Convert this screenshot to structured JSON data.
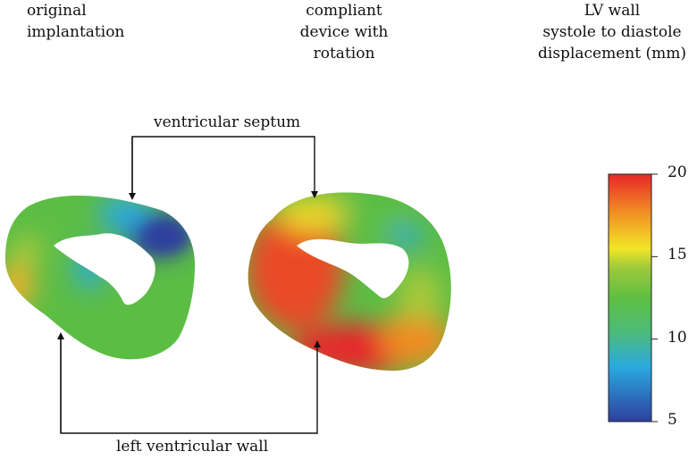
{
  "headers": {
    "left": [
      "original",
      "implantation"
    ],
    "middle": [
      "compliant",
      "device with",
      "rotation"
    ],
    "right": [
      "LV wall",
      "systole to diastole",
      "displacement (mm)"
    ]
  },
  "labels": {
    "septum": "ventricular septum",
    "lv_wall": "left ventricular wall"
  },
  "colorbar": {
    "min": 5,
    "max": 20,
    "ticks": [
      "20",
      "15",
      "10",
      "5"
    ],
    "tick_values": [
      20,
      15,
      10,
      5
    ],
    "colors": [
      "#2e3f9e",
      "#2aa9e0",
      "#58bb47",
      "#5fbf42",
      "#f2e526",
      "#f08c24",
      "#e8262a"
    ]
  }
}
